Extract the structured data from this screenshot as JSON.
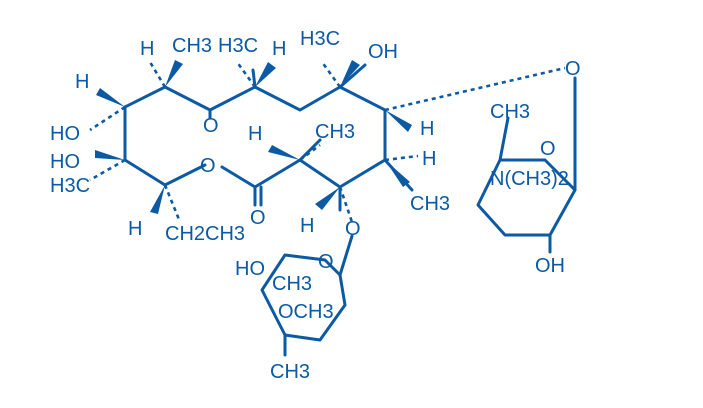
{
  "diagram": {
    "color": "#0b5aa3",
    "labels": {
      "h_top_left": "H",
      "ch3_top_1": "CH3",
      "h3c_top_2": "H3C",
      "h_top_right": "H",
      "h3c_top_3": "H3C",
      "oh_top": "OH",
      "h_left": "H",
      "ho_1": "HO",
      "ho_2": "HO",
      "h3c_left": "H3C",
      "o_ketone": "O",
      "o_ring": "O",
      "o_carbonyl": "O",
      "h_mid": "H",
      "ch3_mid": "CH3",
      "h_right_1": "H",
      "h_right_2": "H",
      "ch3_right": "CH3",
      "h_bottom": "H",
      "ch2ch3": "CH2CH3",
      "h_lower_mid": "H",
      "o_glyco_left": "O",
      "o_glyco_right": "O",
      "ch3_sugar_right": "CH3",
      "n_dimethyl": "N(CH3)2",
      "oh_sugar_right": "OH",
      "o_sugar_right_ring": "O",
      "ho_sugar_left": "HO",
      "o_sugar_left_ring": "O",
      "ch3_sugar_left": "CH3",
      "och3": "OCH3",
      "ch3_bottom": "CH3"
    }
  }
}
